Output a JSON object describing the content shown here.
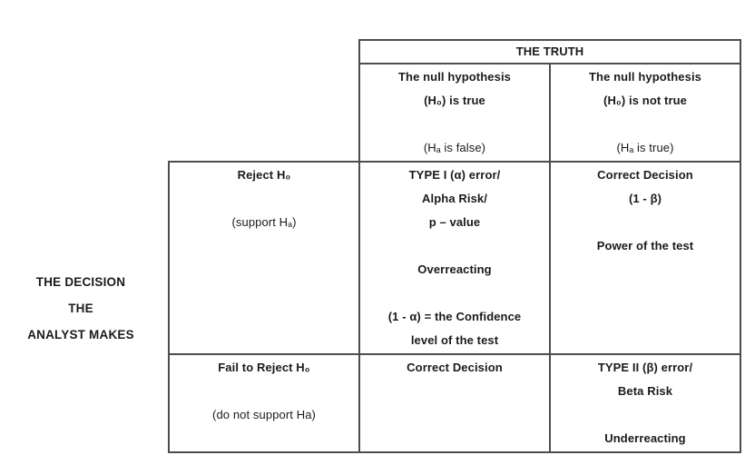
{
  "left_label": {
    "lines": [
      "THE DECISION",
      "THE",
      "ANALYST MAKES"
    ]
  },
  "matrix": {
    "truth_header": "THE TRUTH",
    "col_headers": [
      {
        "line1": "The null hypothesis",
        "line2": "(H₀) is true",
        "note": "(Hₐ is false)"
      },
      {
        "line1": "The null hypothesis",
        "line2": "(H₀) is not true",
        "note": "(Hₐ is true)"
      }
    ],
    "rows": [
      {
        "header": {
          "title": "Reject H₀",
          "note": "(support Hₐ)"
        },
        "cells": [
          {
            "lines": [
              "TYPE I (α) error/",
              "Alpha Risk/",
              "p – value",
              "",
              "Overreacting",
              "",
              "(1 - α) = the Confidence",
              "level of the test"
            ]
          },
          {
            "lines": [
              "Correct Decision",
              "(1 - β)",
              "",
              "Power of the test",
              "",
              "",
              "",
              ""
            ]
          }
        ]
      },
      {
        "header": {
          "title": "Fail to Reject H₀",
          "note": "(do not support Ha)"
        },
        "cells": [
          {
            "lines": [
              "Correct Decision",
              "",
              "",
              ""
            ]
          },
          {
            "lines": [
              "TYPE II (β) error/",
              "Beta Risk",
              "",
              "Underreacting"
            ]
          }
        ]
      }
    ]
  },
  "colors": {
    "border": "#4d4d4d",
    "text": "#1b1b1b",
    "background": "#ffffff"
  }
}
